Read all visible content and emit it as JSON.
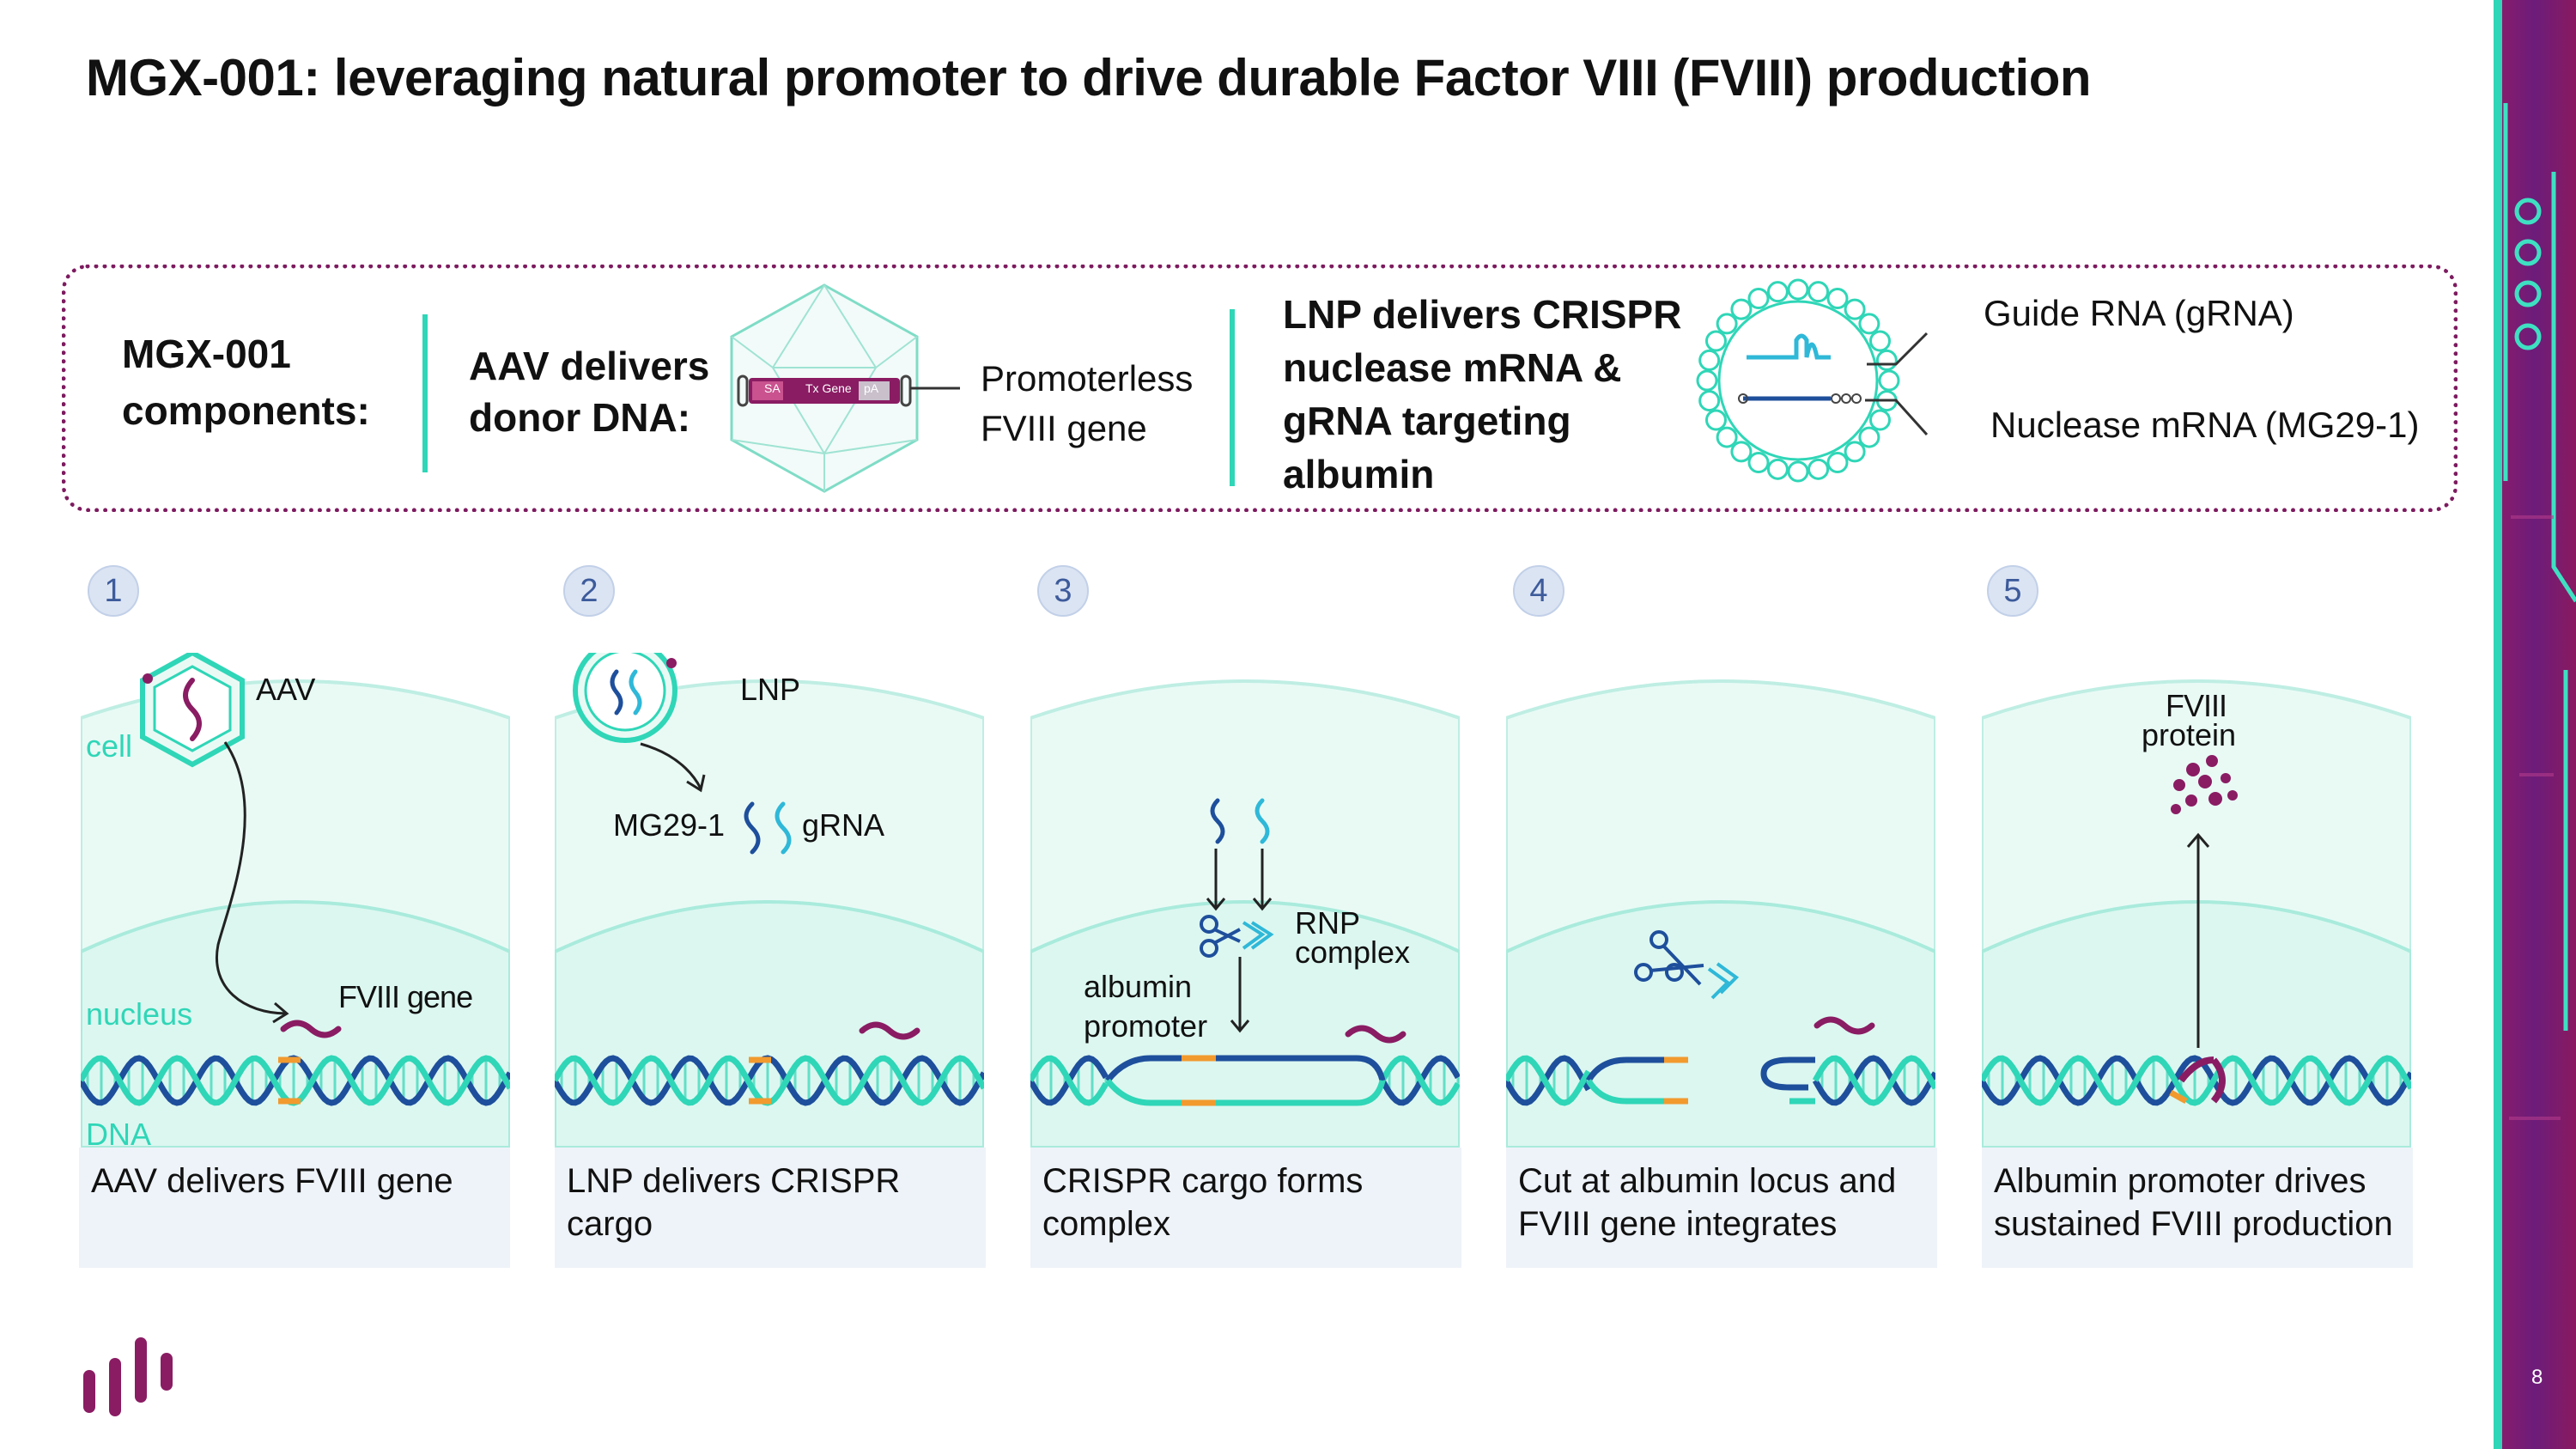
{
  "slide": {
    "title": "MGX-001: leveraging natural promoter to drive durable Factor VIII (FVIII) production",
    "page_number": "8"
  },
  "components": {
    "heading_line1": "MGX-001",
    "heading_line2": "components:",
    "aav_line1": "AAV delivers",
    "aav_line2": "donor DNA:",
    "cassette_sa": "SA",
    "cassette_tx": "Tx Gene",
    "cassette_pa": "pA",
    "gene_line1": "Promoterless",
    "gene_line2": "FVIII gene",
    "lnp_line1": "LNP delivers CRISPR",
    "lnp_line2": "nuclease mRNA &",
    "lnp_line3": "gRNA targeting",
    "lnp_line4": "albumin",
    "guide_label": "Guide RNA (gRNA)",
    "nuclease_label": "Nuclease mRNA (MG29-1)"
  },
  "steps": [
    {
      "num": "1",
      "caption_line1": "AAV delivers FVIII gene",
      "caption_line2": "",
      "label_aav": "AAV",
      "label_cell": "cell",
      "label_nucleus": "nucleus",
      "label_dna": "DNA",
      "label_gene": "FVIII gene"
    },
    {
      "num": "2",
      "caption_line1": "LNP delivers CRISPR",
      "caption_line2": "cargo",
      "label_lnp": "LNP",
      "label_mg": "MG29-1",
      "label_grna": "gRNA"
    },
    {
      "num": "3",
      "caption_line1": "CRISPR cargo forms",
      "caption_line2": "complex",
      "label_rnp1": "RNP",
      "label_rnp2": "complex",
      "label_alb1": "albumin",
      "label_alb2": "promoter"
    },
    {
      "num": "4",
      "caption_line1": "Cut at albumin locus and",
      "caption_line2": "FVIII gene integrates"
    },
    {
      "num": "5",
      "caption_line1": "Albumin promoter drives",
      "caption_line2": "sustained FVIII production",
      "label_prot1": "FVIII",
      "label_prot2": "protein"
    }
  ],
  "colors": {
    "teal": "#2fd6b7",
    "navy": "#1e4f9c",
    "magenta": "#8a1c63",
    "orange": "#f29a2e",
    "cell_fill": "#e9faf5",
    "nucleus_fill": "#dcf7f0",
    "caption_bg": "#eef3f9"
  }
}
